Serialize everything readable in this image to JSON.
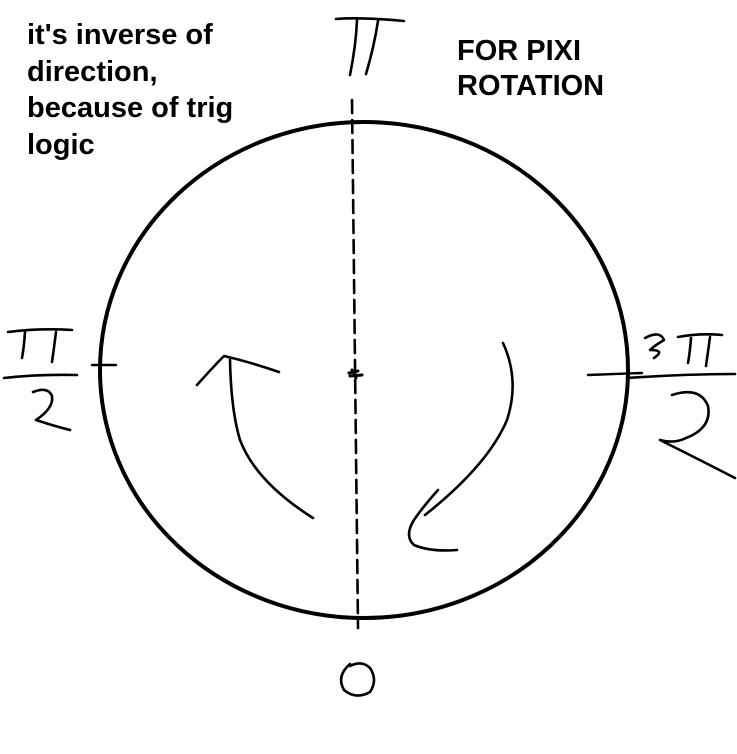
{
  "notes": {
    "direction_note": "it's inverse of\ndirection,\nbecause of trig\nlogic",
    "heading": "FOR PIXI\nROTATION"
  },
  "labels": {
    "top": "π",
    "left": "π/2",
    "right": "3π/2",
    "bottom": "0"
  },
  "colors": {
    "ink": "#000000",
    "background": "#ffffff"
  }
}
